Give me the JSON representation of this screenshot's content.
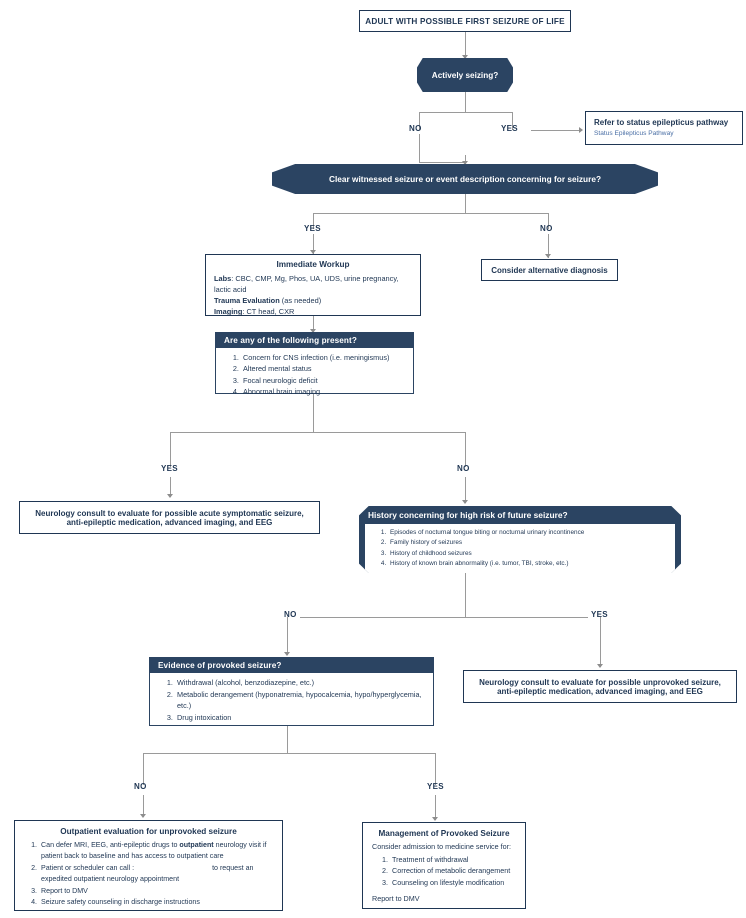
{
  "colors": {
    "navy": "#2b4462",
    "text": "#1f3653",
    "link": "#4a6fa5",
    "connector": "#9a9a9a"
  },
  "title_box": {
    "label": "ADULT WITH POSSIBLE FIRST SEIZURE OF LIFE"
  },
  "decisions": {
    "actively_seizing": "Actively seizing?",
    "clear_witnessed": "Clear witnessed seizure or event description concerning for seizure?"
  },
  "branch_labels": {
    "no": "NO",
    "yes": "YES"
  },
  "status_box": {
    "title": "Refer to status epilepticus pathway",
    "link": "Status Epilepticus Pathway"
  },
  "alt_dx_box": {
    "label": "Consider alternative diagnosis"
  },
  "immediate_workup": {
    "title": "Immediate Workup",
    "lines": [
      {
        "key": "Labs",
        "value": "CBC, CMP, Mg, Phos, UA, UDS, urine pregnancy, lactic acid"
      },
      {
        "key": "Trauma Evaluation",
        "value": "(as needed)"
      },
      {
        "key": "Imaging",
        "value": "CT head, CXR"
      }
    ]
  },
  "following_present": {
    "header": "Are any of the following present?",
    "items": [
      "Concern for CNS infection (i.e. meningismus)",
      "Altered mental status",
      "Focal neurologic deficit",
      "Abnormal brain imaging"
    ]
  },
  "acute_consult": {
    "line1": "Neurology consult to evaluate for possible acute symptomatic seizure,",
    "line2": "anti-epileptic medication, advanced imaging, and EEG"
  },
  "high_risk": {
    "header": "History concerning for high risk of future seizure?",
    "items": [
      "Episodes of nocturnal tongue biting or nocturnal urinary incontinence",
      "Family history of seizures",
      "History of childhood seizures",
      "History of known brain abnormality (i.e. tumor, TBI, stroke, etc.)"
    ]
  },
  "unprovoked_consult": {
    "line1": "Neurology consult to evaluate for possible unprovoked seizure,",
    "line2": "anti-epileptic medication, advanced imaging, and EEG"
  },
  "provoked_evidence": {
    "header": "Evidence of provoked seizure?",
    "items": [
      "Withdrawal (alcohol, benzodiazepine, etc.)",
      "Metabolic derangement (hyponatremia, hypocalcemia, hypo/hyperglycemia, etc.)",
      "Drug intoxication"
    ]
  },
  "outpatient": {
    "title": "Outpatient evaluation for unprovoked seizure",
    "item1_a": "Can defer MRI, EEG, anti-epileptic drugs to ",
    "item1_bold": "outpatient",
    "item1_b": " neurology visit if patient back to baseline and has access to outpatient care",
    "item2_a": "Patient or scheduler can call :",
    "item2_b": "to request an expedited outpatient  neurology appointment",
    "item3": "Report to DMV",
    "item4": "Seizure safety counseling in discharge instructions"
  },
  "provoked_mgmt": {
    "title": "Management of Provoked Seizure",
    "intro": "Consider admission to medicine service for:",
    "items": [
      "Treatment of withdrawal",
      "Correction of metabolic derangement",
      "Counseling on lifestyle modification"
    ],
    "footer": "Report to DMV"
  }
}
